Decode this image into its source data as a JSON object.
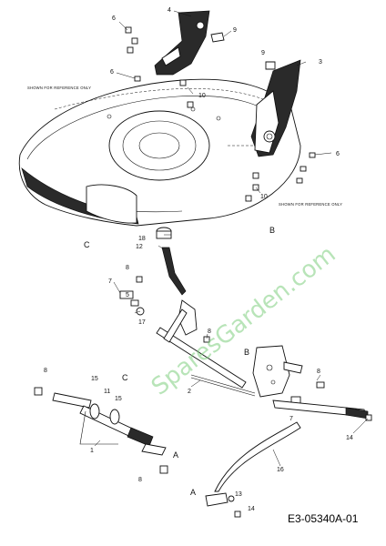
{
  "callouts": {
    "p1": "1",
    "p2": "2",
    "p3": "3",
    "p4": "4",
    "p5": "5",
    "p6a": "6",
    "p6b": "6",
    "p6c": "6",
    "p7a": "7",
    "p7b": "7",
    "p8a": "8",
    "p8b": "8",
    "p8c": "8",
    "p8d": "8",
    "p8e": "8",
    "p9a": "9",
    "p9b": "9",
    "p10a": "10",
    "p10b": "10",
    "p11": "11",
    "p12": "12",
    "p13": "13",
    "p14a": "14",
    "p14b": "14",
    "p15a": "15",
    "p15b": "15",
    "p16": "16",
    "p17": "17",
    "p18": "18"
  },
  "refs": {
    "A1": "A",
    "A2": "A",
    "B1": "B",
    "B2": "B",
    "C1": "C",
    "C2": "C"
  },
  "notes": {
    "left": "SHOWN FOR REFERENCE ONLY",
    "right": "SHOWN FOR REFERENCE ONLY"
  },
  "watermark": "SparesGarden.com",
  "diagram_code": "E3-05340A-01"
}
